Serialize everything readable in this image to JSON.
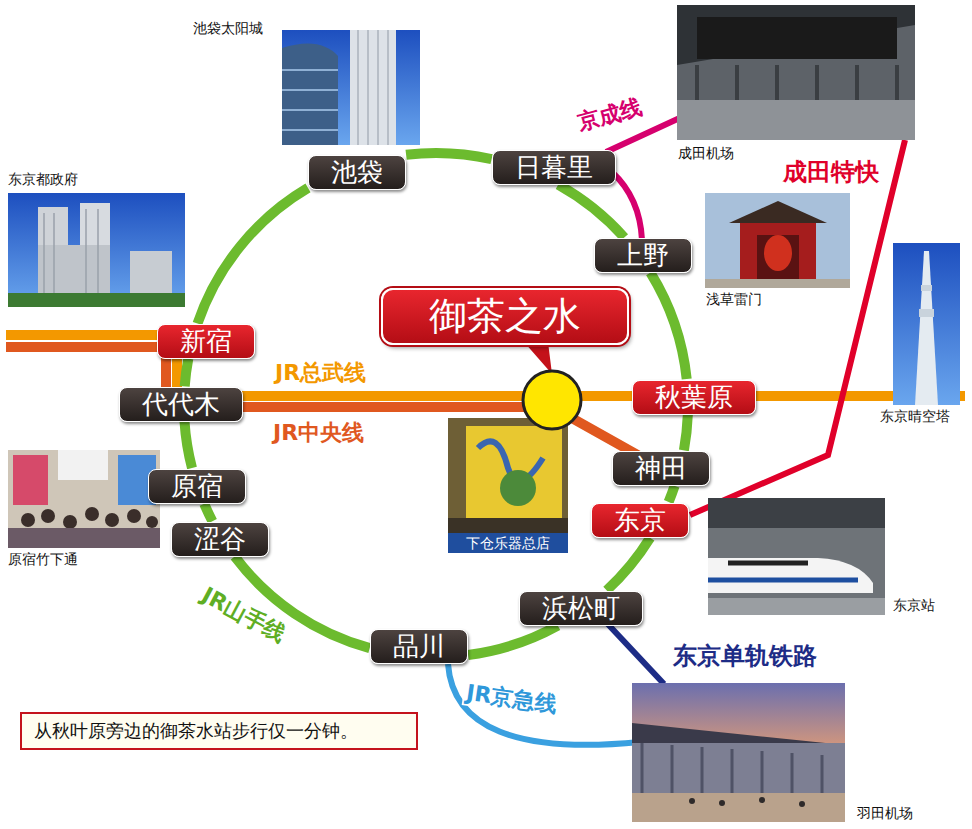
{
  "diagram": {
    "nodes": [
      {
        "text": [
          "池袋"
        ]
      },
      {
        "text": [
          "日暮里"
        ]
      },
      {
        "text": [
          "上野"
        ]
      },
      {
        "text": [
          "御茶之水"
        ]
      },
      {
        "text": [
          "新宿"
        ]
      },
      {
        "text": [
          "代代木"
        ]
      },
      {
        "text": [
          "秋葉原"
        ]
      },
      {
        "text": [
          "神田"
        ]
      },
      {
        "text": [
          "原宿"
        ]
      },
      {
        "text": [
          "东京"
        ]
      },
      {
        "text": [
          "涩谷"
        ]
      },
      {
        "text": [
          "下仓乐器总店"
        ]
      },
      {
        "text": [
          "浜松町"
        ]
      },
      {
        "text": [
          "品川"
        ]
      },
      {
        "text": [
          "从秋叶原旁边的御茶水站步行仅一分钟。"
        ]
      }
    ],
    "edges": [
      {
        "from": 0,
        "to": 1,
        "arrow": "none"
      },
      {
        "from": 1,
        "to": 2,
        "arrow": "none"
      },
      {
        "from": 2,
        "to": 6,
        "arrow": "none"
      },
      {
        "from": 6,
        "to": 7,
        "arrow": "none"
      },
      {
        "from": 7,
        "to": 9,
        "arrow": "none"
      },
      {
        "from": 9,
        "to": 12,
        "arrow": "none"
      },
      {
        "from": 12,
        "to": 13,
        "arrow": "none"
      },
      {
        "from": 13,
        "to": 10,
        "arrow": "none"
      },
      {
        "from": 10,
        "to": 8,
        "arrow": "none"
      },
      {
        "from": 8,
        "to": 5,
        "arrow": "none"
      },
      {
        "from": 5,
        "to": 4,
        "arrow": "none"
      },
      {
        "from": 4,
        "to": 0,
        "arrow": "none"
      }
    ],
    "labels": [
      "池袋太阳城",
      "成田机场",
      "京成线",
      "东京都政府",
      "浅草雷门",
      "成田特快",
      "JR总武线",
      "东京晴空塔",
      "JR中央线",
      "原宿竹下通",
      "东京站",
      "JR山手线",
      "东京单轨铁路",
      "JR京急线",
      "羽田机场"
    ]
  }
}
